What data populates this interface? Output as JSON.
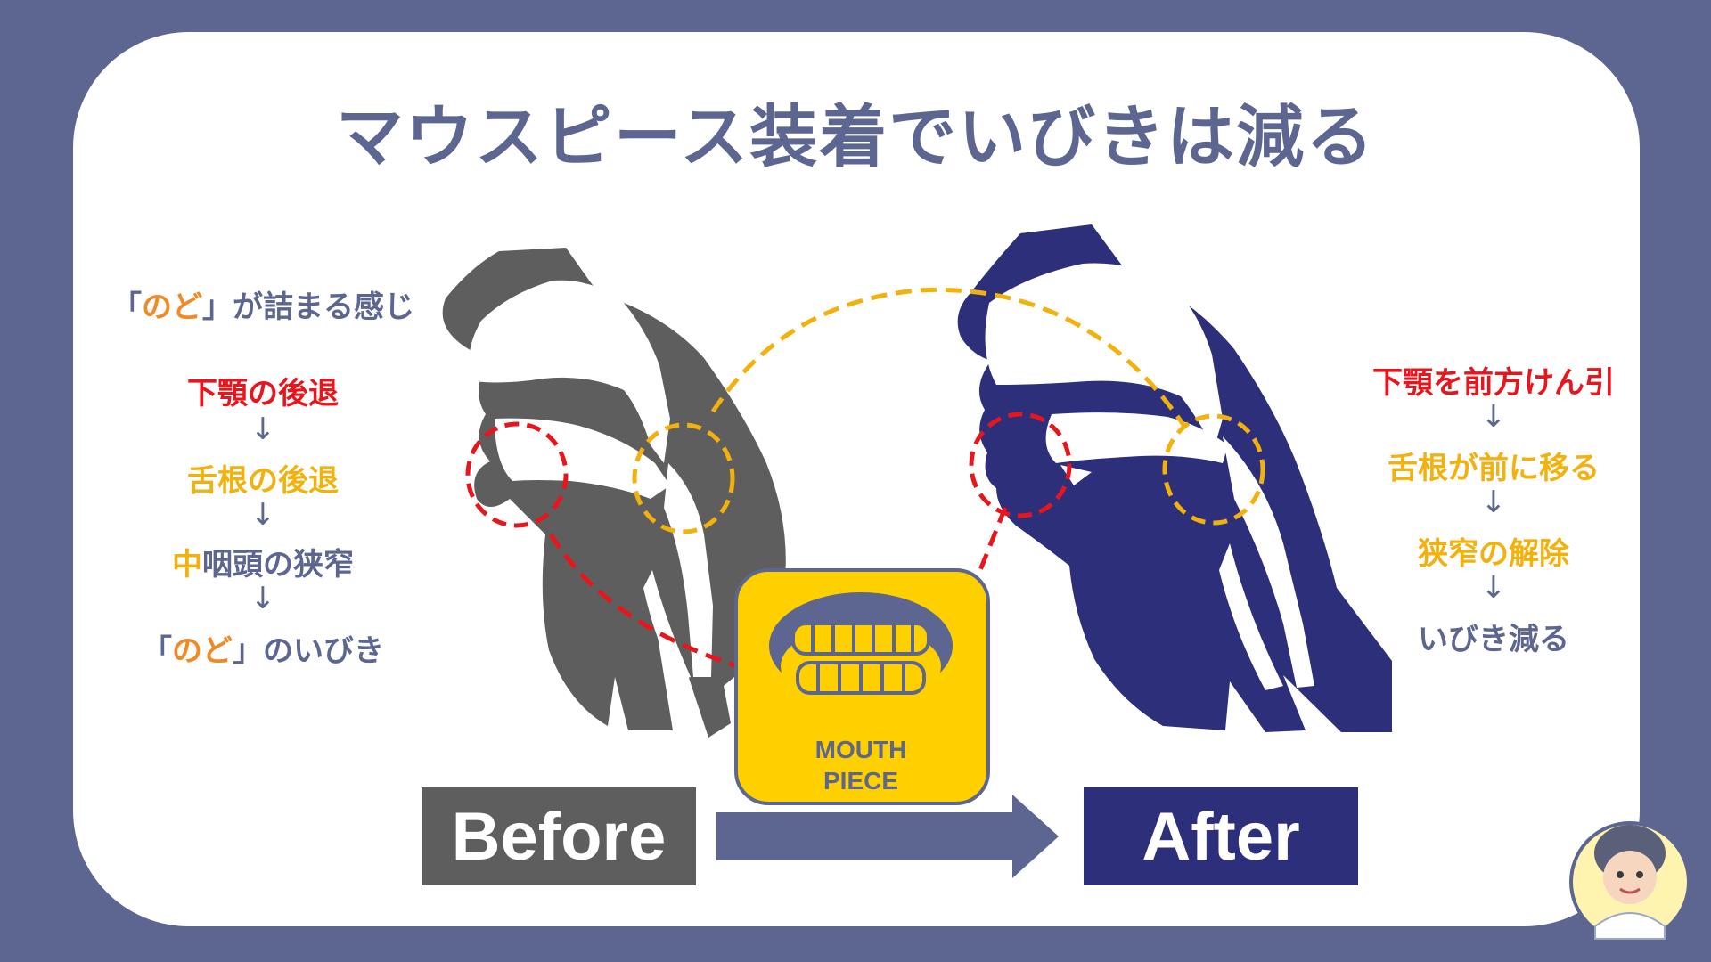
{
  "title": "マウスピース装着でいびきは減る",
  "left_column": {
    "header": {
      "open": "「",
      "accent": "のど",
      "close": "」",
      "rest": "が詰まる感じ"
    },
    "steps": [
      "下顎の後退",
      "舌根の後退"
    ],
    "step3": {
      "accent": "中",
      "rest": "咽頭の狭窄"
    },
    "step4": {
      "open": "「",
      "accent": "のど",
      "close": "」",
      "rest": "のいびき"
    },
    "arrow": "↓"
  },
  "right_column": {
    "steps": [
      "下顎を前方けん引",
      "舌根が前に移る",
      "狭窄の解除",
      "いびき減る"
    ],
    "arrow": "↓"
  },
  "mouthpiece": {
    "line1": "MOUTH",
    "line2": "PIECE"
  },
  "before_label": "Before",
  "after_label": "After",
  "colors": {
    "background": "#5c6690",
    "before_silhouette": "#5e5e5e",
    "after_silhouette": "#2d2f7a",
    "red": "#e8151d",
    "yellow": "#f2b10d",
    "orange": "#ef8a27",
    "mouthpiece_bg": "#ffd000"
  },
  "icons": [
    "mouthpiece-teeth-icon",
    "arrow-right-icon",
    "doctor-avatar"
  ]
}
